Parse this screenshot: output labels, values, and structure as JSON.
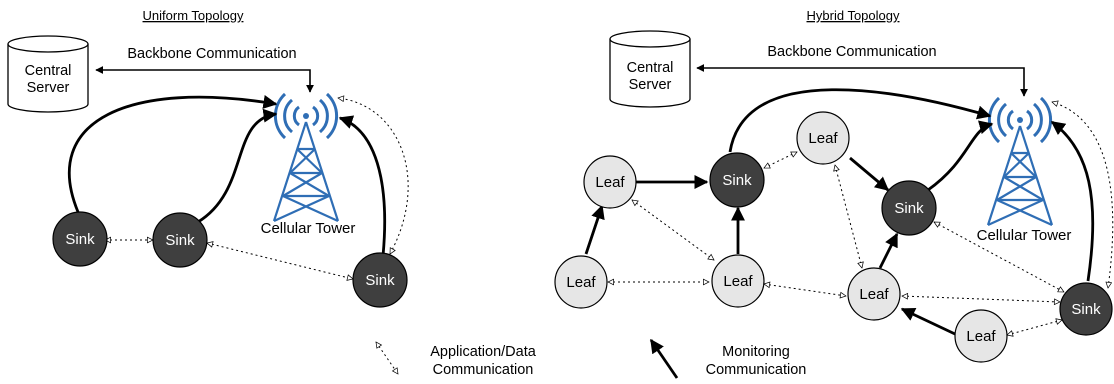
{
  "colors": {
    "sink_fill": "#3f3f3f",
    "leaf_fill": "#e6e6e6",
    "tower": "#2f6eb5",
    "line": "#000000"
  },
  "uniform": {
    "title": "Uniform Topology",
    "backbone_label": "Backbone Communication",
    "server_line1": "Central",
    "server_line2": "Server",
    "tower_label": "Cellular Tower",
    "sink1": "Sink",
    "sink2": "Sink",
    "sink3": "Sink"
  },
  "hybrid": {
    "title": "Hybrid Topology",
    "backbone_label": "Backbone Communication",
    "server_line1": "Central",
    "server_line2": "Server",
    "tower_label": "Cellular Tower",
    "sink_mid": "Sink",
    "sink_right": "Sink",
    "sink_edge": "Sink",
    "leaf_left_top": "Leaf",
    "leaf_left_bottom": "Leaf",
    "leaf_center_bottom": "Leaf",
    "leaf_top": "Leaf",
    "leaf_center_right": "Leaf",
    "leaf_bottom": "Leaf"
  },
  "legend": {
    "app_line1": "Application/Data",
    "app_line2": "Communication",
    "mon_line1": "Monitoring",
    "mon_line2": "Communication"
  }
}
